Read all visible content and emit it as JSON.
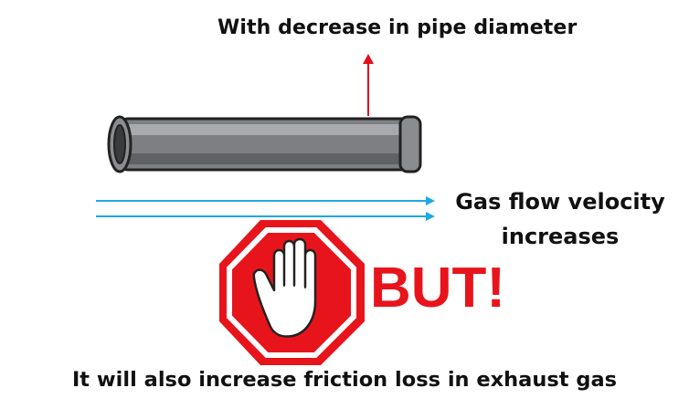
{
  "title": "With decrease in pipe diameter",
  "velocity_line1": "Gas flow velocity",
  "velocity_line2": "increases",
  "but_text": "BUT!",
  "bottom_text": "It will also increase friction loss in exhaust gas",
  "colors": {
    "red_arrow": "#e0101c",
    "flow_arrows": "#1fa8e6",
    "stop_red": "#e8141c",
    "pipe_gray": "#7d7f83",
    "outline": "#222222"
  },
  "icons": [
    "pipe",
    "up-arrow",
    "flow-arrow",
    "stop-sign",
    "hand-icon"
  ]
}
